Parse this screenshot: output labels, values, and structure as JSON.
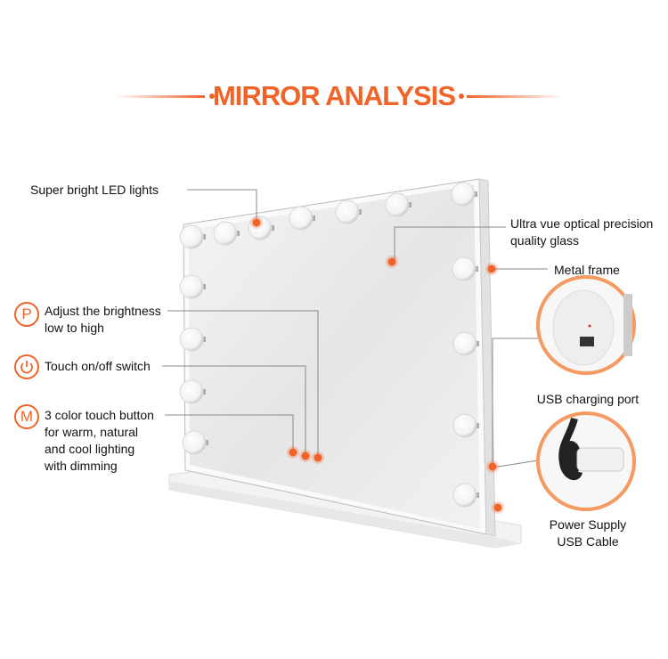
{
  "title": "MIRROR ANALYSIS",
  "accent_color": "#f0642a",
  "features": {
    "led": "Super bright LED lights",
    "glass_line1": "Ultra vue optical precision",
    "glass_line2": "quality glass",
    "frame": "Metal frame",
    "brightness_icon": "P",
    "brightness_line1": "Adjust the brightness",
    "brightness_line2": "low to high",
    "power_icon": "power-icon",
    "power": "Touch on/off switch",
    "mode_icon": "M",
    "mode_line1": "3 color touch button",
    "mode_line2": "for warm, natural",
    "mode_line3": "and cool lighting",
    "mode_line4": "with dimming",
    "usb": "USB charging port",
    "cable_line1": "Power Supply",
    "cable_line2": "USB Cable"
  }
}
